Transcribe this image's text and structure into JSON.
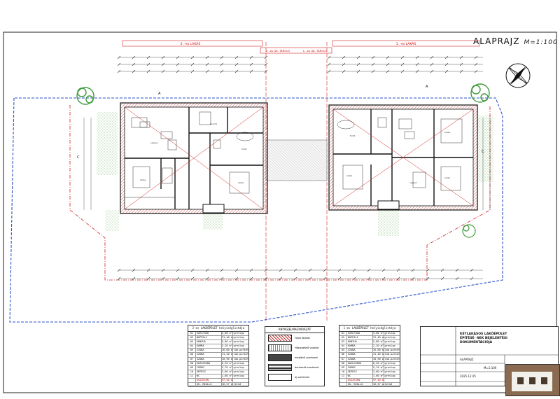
{
  "sheet": {
    "title": "ALAPRAJZ",
    "scale": "M=1:100"
  },
  "plan": {
    "top_labels": {
      "left_unit": "2. -es LAKÁS",
      "right_unit": "1. -es LAKÁS",
      "left_storage": "2. -es GK. TÁROLÓ",
      "right_storage": "1. -es GK. TÁROLÓ"
    }
  },
  "tables": {
    "left": {
      "header": "2-es LAKÓÉPÜLET helyiséglistája",
      "rows": [
        {
          "no": "01",
          "name": "SZÉLFOGÓ",
          "area": "3,00 m²",
          "floor": "greslap"
        },
        {
          "no": "02",
          "name": "NAPPALI",
          "area": "31,40 m²",
          "floor": "greslap"
        },
        {
          "no": "03",
          "name": "KONYHA",
          "area": "5,80 m²",
          "floor": "greslap"
        },
        {
          "no": "04",
          "name": "KAMRA",
          "area": "2,20 m²",
          "floor": "greslap"
        },
        {
          "no": "05",
          "name": "SZOBA",
          "area": "16,60 m²",
          "floor": "lam.parketta"
        },
        {
          "no": "06",
          "name": "SZOBA",
          "area": "11,40 m²",
          "floor": "lam.parketta"
        },
        {
          "no": "07",
          "name": "SZOBA",
          "area": "10,90 m²",
          "floor": "lam.parketta"
        },
        {
          "no": "08",
          "name": "KÖZLEKEDŐ",
          "area": "6,20 m²",
          "floor": "greslap"
        },
        {
          "no": "09",
          "name": "FÜRDŐ",
          "area": "5,70 m²",
          "floor": "greslap"
        },
        {
          "no": "10",
          "name": "GÉPÉSZ",
          "area": "2,60 m²",
          "floor": "greslap"
        },
        {
          "no": "11",
          "name": "WC",
          "area": "1,60 m²",
          "floor": "greslap"
        },
        {
          "no": "",
          "name": "ÖSSZESEN",
          "area": "97,40 m²",
          "floor": ""
        },
        {
          "no": "",
          "name": "GK. BEÁLLÓ",
          "area": "16,57 m²",
          "floor": "térkő"
        }
      ]
    },
    "right": {
      "header": "1-es LAKÓÉPÜLET helyiséglistája",
      "rows": [
        {
          "no": "01",
          "name": "SZÉLFOGÓ",
          "area": "3,00 m²",
          "floor": "greslap"
        },
        {
          "no": "02",
          "name": "NAPPALI",
          "area": "31,40 m²",
          "floor": "greslap"
        },
        {
          "no": "03",
          "name": "KONYHA",
          "area": "5,80 m²",
          "floor": "greslap"
        },
        {
          "no": "04",
          "name": "KAMRA",
          "area": "2,20 m²",
          "floor": "greslap"
        },
        {
          "no": "05",
          "name": "SZOBA",
          "area": "16,60 m²",
          "floor": "lam.parketta"
        },
        {
          "no": "06",
          "name": "SZOBA",
          "area": "11,40 m²",
          "floor": "lam.parketta"
        },
        {
          "no": "07",
          "name": "SZOBA",
          "area": "10,90 m²",
          "floor": "lam.parketta"
        },
        {
          "no": "08",
          "name": "KÖZLEKEDŐ",
          "area": "6,20 m²",
          "floor": "greslap"
        },
        {
          "no": "09",
          "name": "FÜRDŐ",
          "area": "5,70 m²",
          "floor": "greslap"
        },
        {
          "no": "10",
          "name": "GÉPÉSZ",
          "area": "2,60 m²",
          "floor": "greslap"
        },
        {
          "no": "11",
          "name": "WC",
          "area": "1,60 m²",
          "floor": "greslap"
        },
        {
          "no": "",
          "name": "ÖSSZESEN",
          "area": "97,40 m²",
          "floor": ""
        },
        {
          "no": "",
          "name": "GK. BEÁLLÓ",
          "area": "16,57 m²",
          "floor": "térkő"
        }
      ]
    }
  },
  "legend": {
    "header": "ANYAGJELMAGYARÁZAT",
    "items": [
      {
        "label": "Hajlo falazat"
      },
      {
        "label": "Hőszigetelő vakolat"
      },
      {
        "label": "meglévő szerkezet"
      },
      {
        "label": "bontandó szerkezet"
      },
      {
        "label": "új szerkezet"
      }
    ]
  },
  "title_block": {
    "project": "KÉTLAKÁSOS LAKÓÉPÜLET ÉPÍTÉSÉ- NEK BEJELENTÉSI DOKUMENTÁCIÓJA",
    "content": "ALAPRAJZ",
    "scale": "M=1:100",
    "date": "2025.12.05"
  },
  "colors": {
    "wall": "#1a1a1a",
    "wall_hatch": "#d02020",
    "plot_boundary": "#d02020",
    "grid_line": "#c02a2a",
    "site_line": "#2a52c9",
    "tree": "#3f9a3a",
    "paving": "#7bb96a"
  }
}
